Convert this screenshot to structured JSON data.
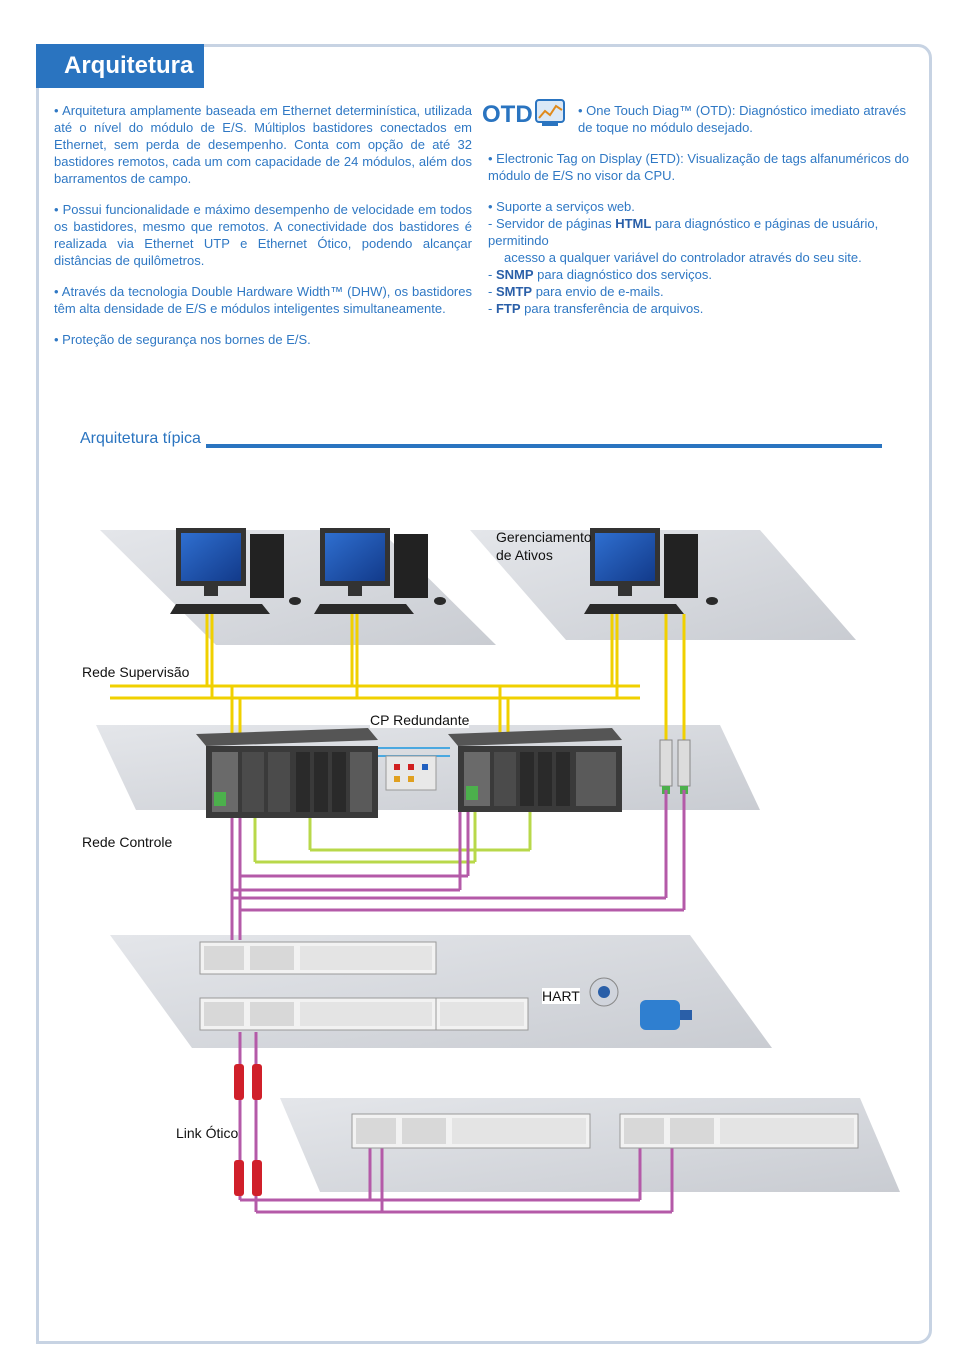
{
  "header": {
    "title": "Arquitetura"
  },
  "left_column": {
    "p1": "• Arquitetura amplamente baseada em Ethernet determinística, utilizada até o nível do módulo de E/S. Múltiplos bastidores conectados em Ethernet, sem perda de desempenho. Conta com opção de até 32 bastidores remotos, cada um com capacidade de 24 módulos, além dos barramentos de campo.",
    "p2": "• Possui funcionalidade e máximo desempenho de velocidade em todos os bastidores, mesmo que remotos. A conectividade dos bastidores é realizada via Ethernet UTP e Ethernet Ótico, podendo alcançar distâncias de quilômetros.",
    "p3": "• Através da tecnologia Double Hardware Width™ (DHW), os bastidores têm alta densidade de E/S e módulos inteligentes simultaneamente.",
    "p4": "• Proteção de segurança nos bornes de E/S."
  },
  "right_column": {
    "logo": "OTD",
    "p1": "• One Touch Diag™ (OTD): Diagnóstico imediato através de toque no módulo desejado.",
    "p2": "• Electronic Tag on Display (ETD): Visualização de tags alfanuméricos do módulo de E/S no visor da CPU.",
    "p3": "• Suporte a serviços web.",
    "l1_pre": "- Servidor de páginas ",
    "l1_key": "HTML",
    "l1_post": " para diagnóstico e páginas de usuário, permitindo",
    "l1b": "acesso a qualquer variável do controlador através do seu site.",
    "l2_pre": "- ",
    "l2_key": "SNMP",
    "l2_post": " para diagnóstico dos serviços.",
    "l3_pre": "- ",
    "l3_key": "SMTP",
    "l3_post": " para envio de e-mails.",
    "l4_pre": "- ",
    "l4_key": "FTP",
    "l4_post": " para transferência de arquivos."
  },
  "section": {
    "title": "Arquitetura típica"
  },
  "diagram_labels": {
    "ativos": "Gerenciamento\nde Ativos",
    "supervisao": "Rede Supervisão",
    "redundante": "CP Redundante",
    "controle": "Rede Controle",
    "hart": "HART",
    "otico": "Link Ótico"
  },
  "colors": {
    "accent": "#2a74c0",
    "ethernet_supervision": "#f0d000",
    "ethernet_control": "#b8d84a",
    "fieldbus": "#b45aa8",
    "fiber": "#d0202a"
  }
}
